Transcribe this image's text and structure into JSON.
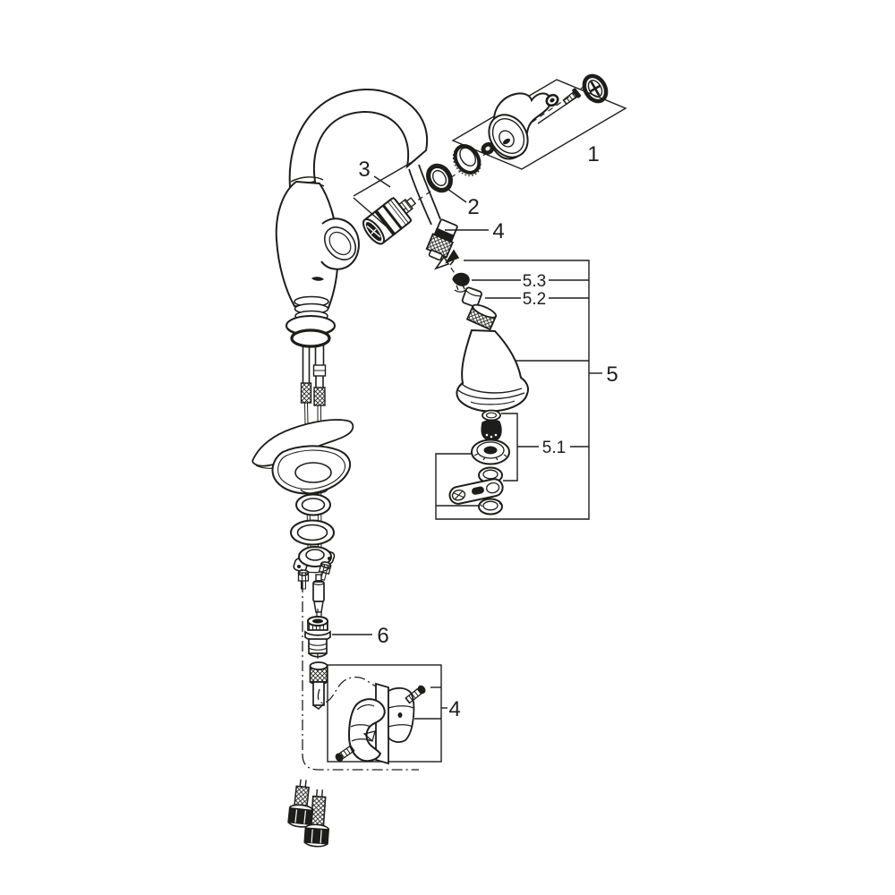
{
  "diagram": {
    "type": "exploded-parts-diagram",
    "colors": {
      "line": "#1d1d1b",
      "background": "#ffffff"
    },
    "callouts": {
      "handle": {
        "label": "1"
      },
      "cap_ring": {
        "label": "2"
      },
      "cartridge": {
        "label": "3"
      },
      "hose": {
        "label": "4"
      },
      "spray_head": {
        "label": "5"
      },
      "spray_insert": {
        "label": "5.1"
      },
      "flow_restrictor": {
        "label": "5.2"
      },
      "check_valve": {
        "label": "5.3"
      },
      "coupling": {
        "label": "6"
      },
      "hose_holder": {
        "label": "4"
      }
    }
  }
}
